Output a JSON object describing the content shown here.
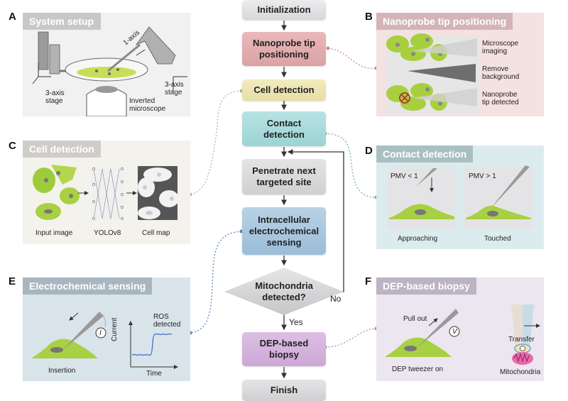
{
  "flowchart": {
    "steps": [
      {
        "id": "initialization",
        "label": "Initialization",
        "color": "#e2e2e4"
      },
      {
        "id": "nanoprobe-tip-positioning",
        "label": "Nanoprobe tip positioning",
        "color": "#e3aeb0"
      },
      {
        "id": "cell-detection",
        "label": "Cell detection",
        "color": "#ede5b2"
      },
      {
        "id": "contact-detection",
        "label": "Contact detection",
        "color": "#a9dcdc"
      },
      {
        "id": "penetrate-next-targeted-site",
        "label": "Penetrate next targeted site",
        "color": "#dadadc"
      },
      {
        "id": "intracellular-electrochemical-sensing",
        "label": "Intracellular electrochemical sensing",
        "color": "#a9c8df"
      },
      {
        "id": "mitochondria-detected",
        "label": "Mitochondria detected?",
        "color": "#d2d2d4",
        "shape": "diamond"
      },
      {
        "id": "dep-based-biopsy",
        "label": "DEP-based biopsy",
        "color": "#d6b4de"
      },
      {
        "id": "finish",
        "label": "Finish",
        "color": "#d6d6d8"
      }
    ],
    "yes_label": "Yes",
    "no_label": "No"
  },
  "panels": {
    "A": {
      "letter": "A",
      "title": "System setup",
      "title_bg": "#c8c8ca",
      "bg": "#f1f1f2",
      "labels": {
        "axis_1": "1-axis",
        "stage_left_line1": "3-axis",
        "stage_left_line2": "stage",
        "stage_right_line1": "3-axis",
        "stage_right_line2": "stage",
        "microscope_line1": "Inverted",
        "microscope_line2": "microscope"
      }
    },
    "B": {
      "letter": "B",
      "title": "Nanoprobe tip positioning",
      "title_bg": "#d4b4b6",
      "bg": "#f4e1e1",
      "connector_color": "#c98a90",
      "labels": {
        "step1_line1": "Microscope",
        "step1_line2": "imaging",
        "step2_line1": "Remove",
        "step2_line2": "background",
        "step3_line1": "Nanoprobe",
        "step3_line2": "tip detected"
      }
    },
    "C": {
      "letter": "C",
      "title": "Cell detection",
      "title_bg": "#cfcdc8",
      "bg": "#f4f2ec",
      "connector_color": "#b9b592",
      "labels": {
        "input": "Input image",
        "model": "YOLOv8",
        "output": "Cell map"
      }
    },
    "D": {
      "letter": "D",
      "title": "Contact detection",
      "title_bg": "#a9c0c2",
      "bg": "#dcecee",
      "connector_color": "#6fb0b0",
      "labels": {
        "pmv_low": "PMV < 1",
        "pmv_high": "PMV > 1",
        "approaching": "Approaching",
        "touched": "Touched"
      }
    },
    "E": {
      "letter": "E",
      "title": "Electrochemical sensing",
      "title_bg": "#a8b6c2",
      "bg": "#d9e3ea",
      "connector_color": "#5e88b4",
      "labels": {
        "current_symbol": "I",
        "insertion": "Insertion",
        "ros_line1": "ROS",
        "ros_line2": "detected",
        "y_axis": "Current",
        "x_axis": "Time"
      }
    },
    "F": {
      "letter": "F",
      "title": "DEP-based biopsy",
      "title_bg": "#bcb3c3",
      "bg": "#ebe6ef",
      "connector_color": "#b58ac2",
      "labels": {
        "pull_out": "Pull out",
        "voltage_symbol": "V",
        "dep_tweezer": "DEP tweezer on",
        "transfer": "Transfer",
        "mitochondria": "Mitochondria"
      }
    }
  }
}
